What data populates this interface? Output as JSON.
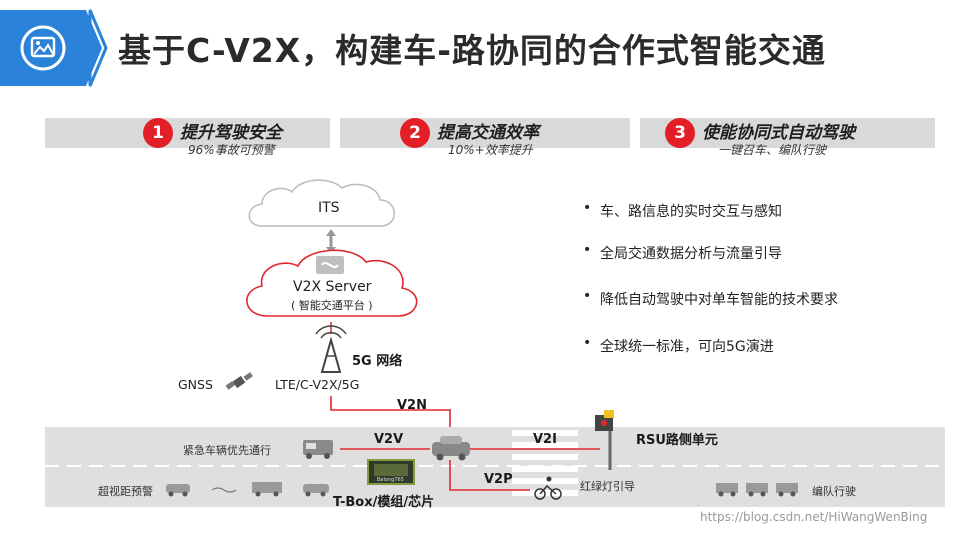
{
  "header": {
    "title": "基于C-V2X，构建车-路协同的合作式智能交通"
  },
  "goals": [
    {
      "number": "1",
      "title": "提升驾驶安全",
      "subtitle": "96%事故可预警"
    },
    {
      "number": "2",
      "title": "提高交通效率",
      "subtitle": "10%+效率提升"
    },
    {
      "number": "3",
      "title": "使能协同式自动驾驶",
      "subtitle": "一键召车、编队行驶"
    }
  ],
  "diagram": {
    "its_label": "ITS",
    "server_label": "V2X Server",
    "server_sublabel": "( 智能交通平台 )",
    "network_label": "5G 网络",
    "gnss_label": "GNSS",
    "lte_label": "LTE/C-V2X/5G",
    "v2n_label": "V2N",
    "v2v_label": "V2V",
    "v2i_label": "V2I",
    "v2p_label": "V2P",
    "rsu_label": "RSU路侧单元",
    "emergency_label": "紧急车辆优先通行",
    "beyond_sight_label": "超视距预警",
    "tbox_label": "T-Box/模组/芯片",
    "chip_text": "Balong765",
    "traffic_light_label": "红绿灯引导",
    "platoon_label": "编队行驶"
  },
  "bullets": [
    "车、路信息的实时交互与感知",
    "全局交通数据分析与流量引导",
    "降低自动驾驶中对单车智能的技术要求",
    "全球统一标准，可向5G演进"
  ],
  "watermark": "https://blog.csdn.net/HiWangWenBing",
  "colors": {
    "accent_blue": "#2a82d9",
    "badge_red": "#e21f26",
    "link_red": "#e0282e",
    "road_gray": "#dfdfdf"
  }
}
